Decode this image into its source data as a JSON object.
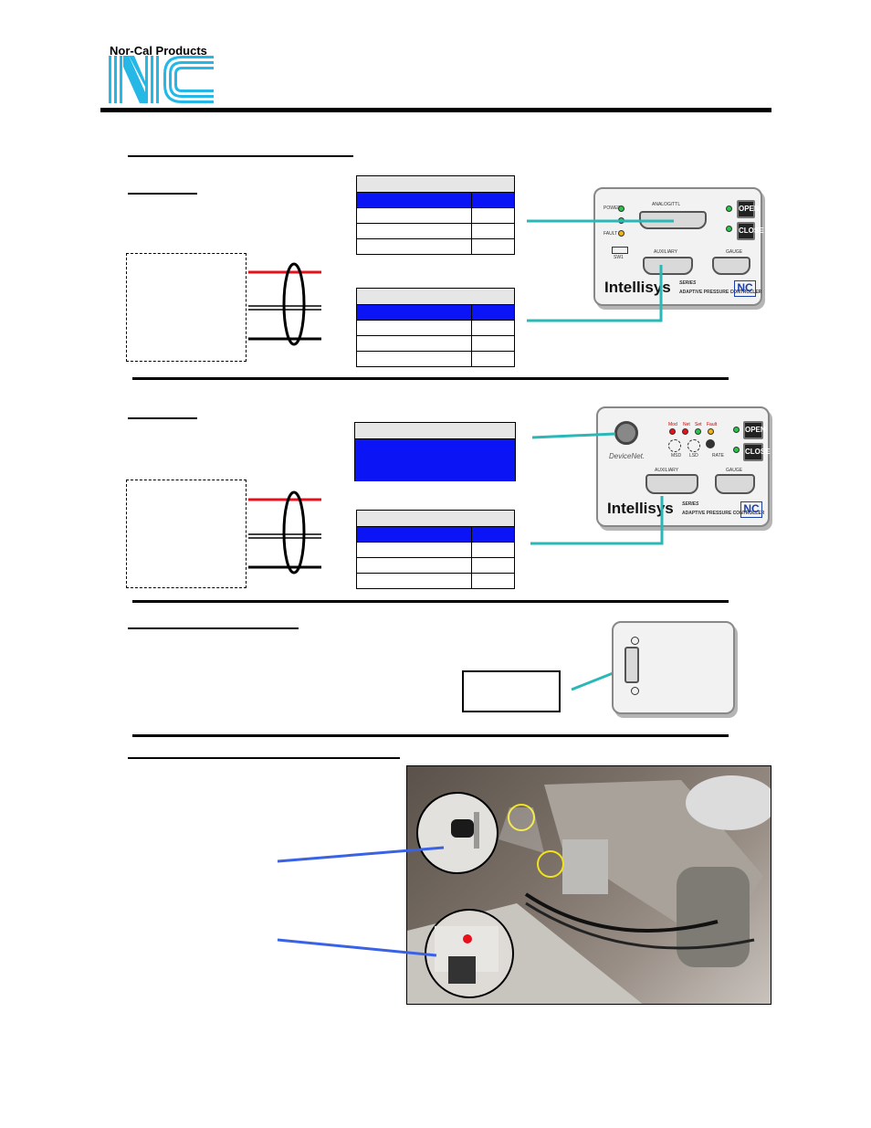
{
  "header": {
    "company_name": "Nor-Cal Products"
  },
  "devices": {
    "analog": {
      "port_analog": "ANALOG/TTL",
      "port_aux": "AUXILIARY",
      "port_gauge": "GAUGE",
      "led_power": "POWER",
      "led_fault": "FAULT",
      "switch": "SW1",
      "btn_open": "OPEN",
      "btn_close": "CLOSE",
      "brand": "Intellisys",
      "series": "SERIES",
      "subtitle": "ADAPTIVE PRESSURE CONTROLLER"
    },
    "devicenet": {
      "led_mod": "Mod",
      "led_net": "Net",
      "led_set": "Set",
      "led_fault": "Fault",
      "dial_msd": "MSD",
      "dial_lsd": "LSD",
      "dial_rate": "RATE",
      "network": "DeviceNet.",
      "port_aux": "AUXILIARY",
      "port_gauge": "GAUGE",
      "btn_open": "OPEN",
      "btn_close": "CLOSE",
      "brand": "Intellisys",
      "series": "SERIES",
      "subtitle": "ADAPTIVE PRESSURE CONTROLLER"
    }
  },
  "colors": {
    "table_header_blue": "#0a14f5",
    "table_header_gray": "#e6e6e6",
    "wire_red": "#e8101a",
    "callout_cyan": "#2ab7b7",
    "callout_blue": "#3a62e6",
    "highlight_yellow": "#f1e21a"
  }
}
